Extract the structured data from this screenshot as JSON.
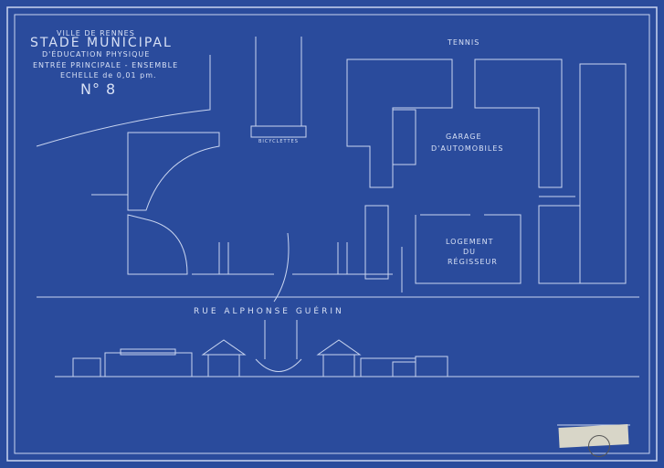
{
  "title_block": {
    "city": "VILLE DE RENNES",
    "title": "STADE MUNICIPAL",
    "subtitle": "D'ÉDUCATION PHYSIQUE",
    "sheet": "ENTRÉE PRINCIPALE - ENSEMBLE",
    "scale": "ECHELLE de 0,01 pm.",
    "number": "N° 8"
  },
  "plan_labels": {
    "tennis": "TENNIS",
    "garage_1": "GARAGE",
    "garage_2": "D'AUTOMOBILES",
    "lodge_1": "LOGEMENT",
    "lodge_2": "DU",
    "lodge_3": "RÉGISSEUR",
    "bicycles": "BICYCLETTES",
    "street": "RUE ALPHONSE GUÉRIN"
  },
  "colors": {
    "paper": "#2a4b9c",
    "line": "#d7e0f5"
  }
}
